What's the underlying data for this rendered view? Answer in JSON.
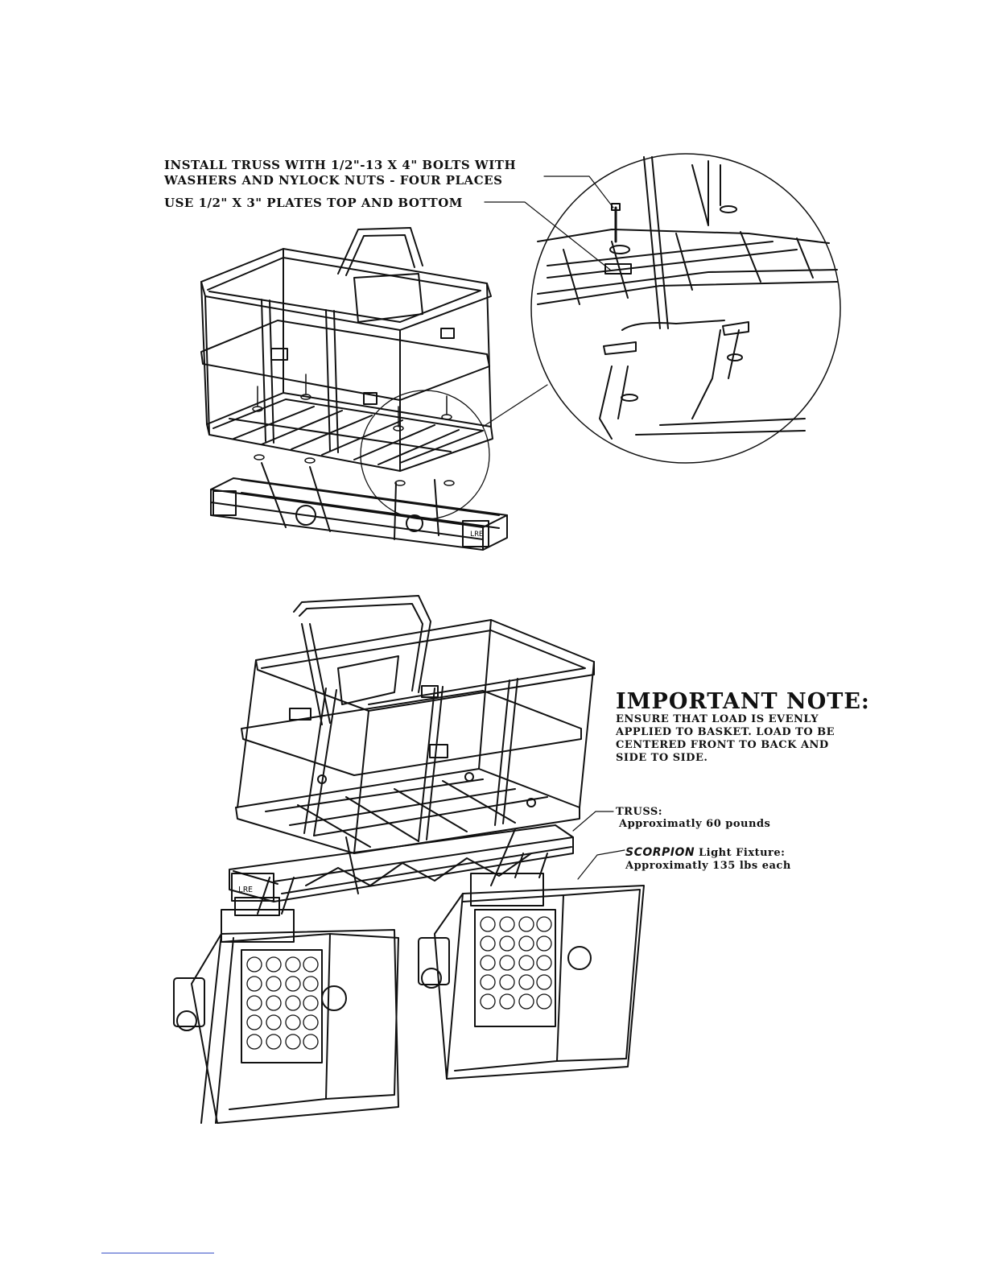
{
  "callouts": {
    "install": [
      "INSTALL TRUSS WITH 1/2\"-13 X 4\" BOLTS WITH",
      "WASHERS AND NYLOCK NUTS - FOUR PLACES"
    ],
    "plates": "USE 1/2\" X 3\" PLATES TOP AND BOTTOM"
  },
  "important_note": {
    "title": "IMPORTANT NOTE:",
    "lines": [
      "ENSURE THAT LOAD IS EVENLY",
      "APPLIED TO BASKET. LOAD TO BE",
      "CENTERED FRONT TO BACK  AND",
      "SIDE TO SIDE."
    ]
  },
  "truss": {
    "title": "TRUSS:",
    "weight": "Approximatly 60 pounds"
  },
  "fixture": {
    "brand": "SCORPION",
    "title": "Light Fixture:",
    "weight": "Approximatly 135 lbs each"
  },
  "truss_plate_marks": [
    "LRE",
    "LRE"
  ],
  "colors": {
    "ink": "#111111",
    "paper": "#ffffff",
    "footer_rule": "#3a52c8"
  }
}
